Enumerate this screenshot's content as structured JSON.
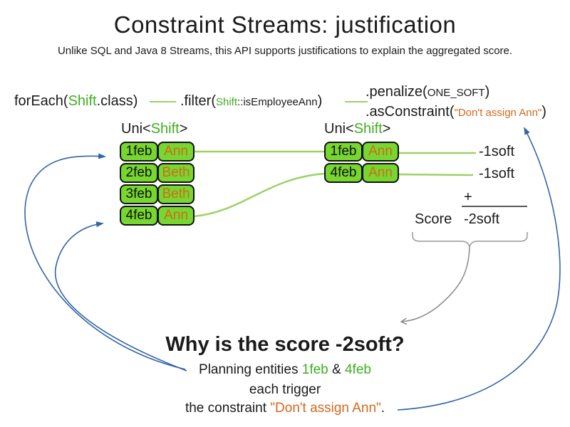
{
  "title": "Constraint Streams: justification",
  "subtitle": "Unlike SQL and Java 8 Streams, this API supports justifications to explain the aggregated score.",
  "code": {
    "forEach": {
      "pre": "forEach(",
      "cls": "Shift",
      "post": ".class)"
    },
    "filter": {
      "pre": ".filter(",
      "cls": "Shift",
      "method": "::isEmployeeAnn",
      "post": ")"
    },
    "penalize": {
      "pre": ".penalize(",
      "arg": "ONE_SOFT",
      "post": ")"
    },
    "asConstraint": {
      "pre": ".asConstraint(",
      "arg": "\"Don't assign Ann\"",
      "post": ")"
    }
  },
  "left_stream": {
    "label_pre": "Uni<",
    "label_type": "Shift",
    "label_post": ">",
    "rows": [
      {
        "date": "1feb",
        "employee": "Ann"
      },
      {
        "date": "2feb",
        "employee": "Beth"
      },
      {
        "date": "3feb",
        "employee": "Beth"
      },
      {
        "date": "4feb",
        "employee": "Ann"
      }
    ]
  },
  "right_stream": {
    "label_pre": "Uni<",
    "label_type": "Shift",
    "label_post": ">",
    "rows": [
      {
        "date": "1feb",
        "employee": "Ann"
      },
      {
        "date": "4feb",
        "employee": "Ann"
      }
    ]
  },
  "penalties": [
    "-1soft",
    "-1soft"
  ],
  "sum": {
    "plus": "+",
    "score_label": "Score",
    "total": "-2soft"
  },
  "explanation": {
    "heading": "Why is the score -2soft?",
    "line1_pre": "Planning entities ",
    "line1_entity1": "1feb",
    "line1_amp": " & ",
    "line1_entity2": "4feb",
    "line2": "each trigger",
    "line3_pre": "the constraint ",
    "line3_quote": "\"Don't assign Ann\"",
    "line3_post": "."
  },
  "colors": {
    "entity_box_fill": "#77d62f",
    "entity_box_border": "#111111",
    "green_text": "#3fae1f",
    "orange_text": "#d2691e",
    "light_green_line": "#9ed167",
    "blue_arrow": "#3465a4",
    "gray_arrow": "#8a8a8a",
    "sum_line": "#595959"
  }
}
